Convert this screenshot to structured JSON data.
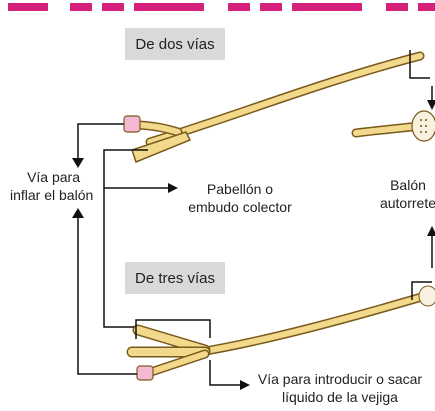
{
  "colors": {
    "accent_stripe": "#d6217a",
    "catheter_fill": "#f3d98c",
    "catheter_outline": "#7a5a1c",
    "tip_pink": "#f4b8d2",
    "label_box": "#d9d9d9",
    "line": "#111111"
  },
  "labels": {
    "two_way_title": "De dos vías",
    "three_way_title": "De tres vías",
    "inflate_line1": "Vía para",
    "inflate_line2": "inflar el balón",
    "funnel_line1": "Pabellón o",
    "funnel_line2": "embudo colector",
    "balloon_line1": "Balón",
    "balloon_line2": "autorrete",
    "bladder_line1": "Vía para introducir o sacar",
    "bladder_line2": "líquido de la vejiga"
  },
  "icons": {
    "catheter": "catheter-icon",
    "arrow": "arrow-icon",
    "balloon": "balloon-icon"
  }
}
